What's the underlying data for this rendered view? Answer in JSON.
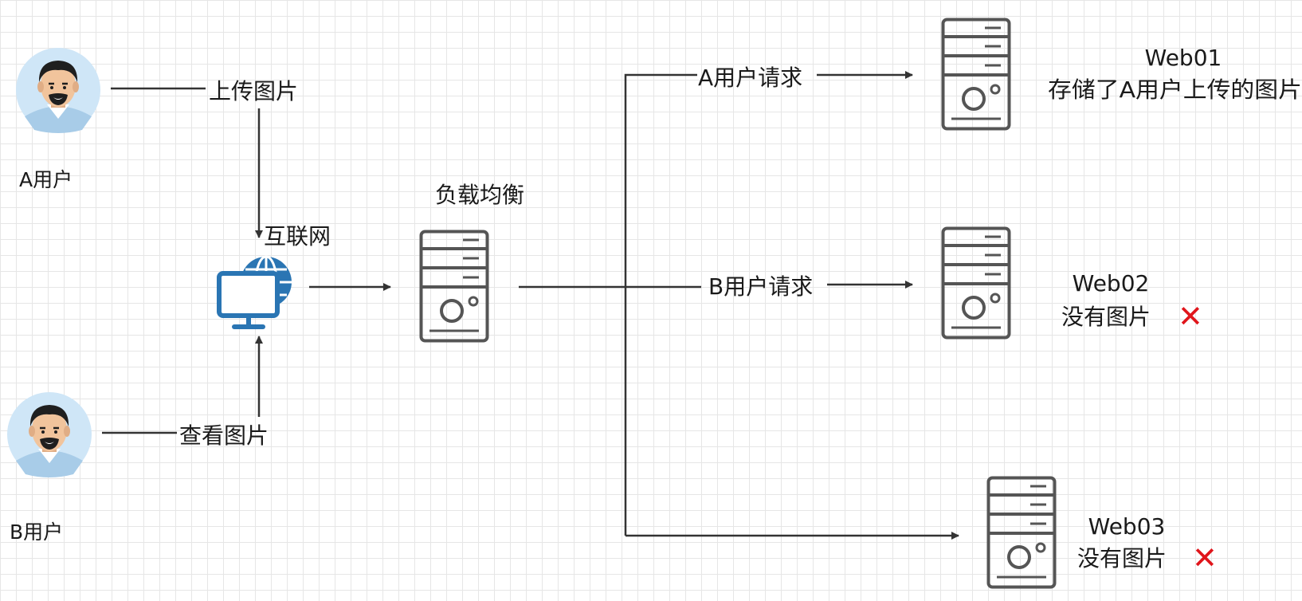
{
  "users": {
    "a": {
      "label": "A用户"
    },
    "b": {
      "label": "B用户"
    }
  },
  "edges": {
    "upload": "上传图片",
    "view": "查看图片",
    "request_a": "A用户请求",
    "request_b": "B用户请求"
  },
  "internet": {
    "label": "互联网"
  },
  "load_balancer": {
    "label": "负载均衡"
  },
  "servers": [
    {
      "name": "Web01",
      "status": "存储了A用户上传的图片",
      "has_image": true
    },
    {
      "name": "Web02",
      "status": "没有图片",
      "has_image": false,
      "mark": "✕"
    },
    {
      "name": "Web03",
      "status": "没有图片",
      "has_image": false,
      "mark": "✕"
    }
  ],
  "colors": {
    "line": "#333333",
    "icon_blue": "#2a75b3",
    "avatar_bg": "#cfe6f7",
    "cross": "#e0151b"
  }
}
